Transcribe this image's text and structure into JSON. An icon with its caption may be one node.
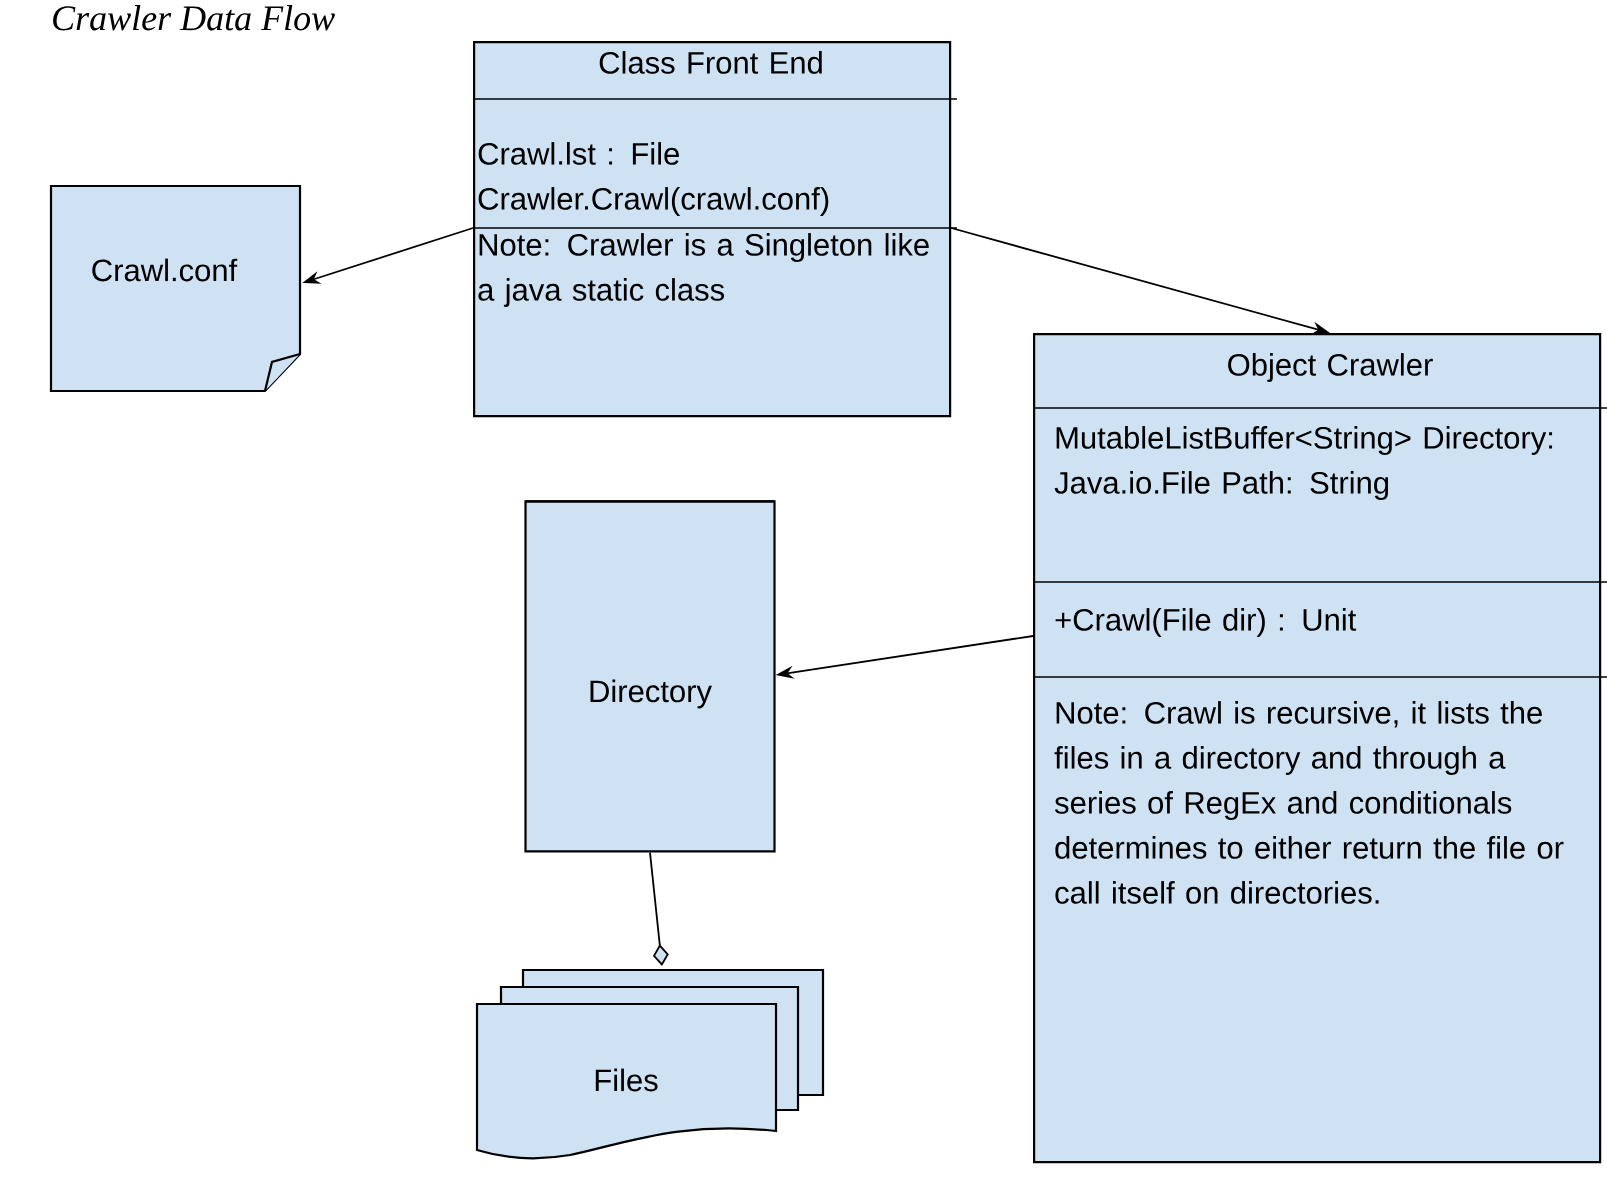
{
  "diagram": {
    "title": "Crawler Data Flow",
    "nodes": [
      {
        "text": [
          "Class Front End",
          "Crawl.lst : File Crawler.Crawl(crawl.conf)",
          "Note: Crawler is a Singleton like a java static class"
        ]
      },
      {
        "text": [
          "Crawl.conf"
        ]
      },
      {
        "text": [
          "Object Crawler",
          "MutableListBuffer<String> Directory: Java.io.File Path: String",
          "+Crawl(File dir) : Unit",
          "Note: Crawl is recursive, it lists the files in a directory and through a series of RegEx and conditionals determines to either return the file or call itself on directories."
        ]
      },
      {
        "text": [
          "Directory"
        ]
      },
      {
        "text": [
          "Files"
        ]
      }
    ],
    "edges": [
      {
        "from": 0,
        "to": 1,
        "arrow": "to"
      },
      {
        "from": 0,
        "to": 2,
        "arrow": "to"
      },
      {
        "from": 2,
        "to": 3,
        "arrow": "to"
      },
      {
        "from": 3,
        "to": 4,
        "arrow": "other"
      }
    ]
  }
}
